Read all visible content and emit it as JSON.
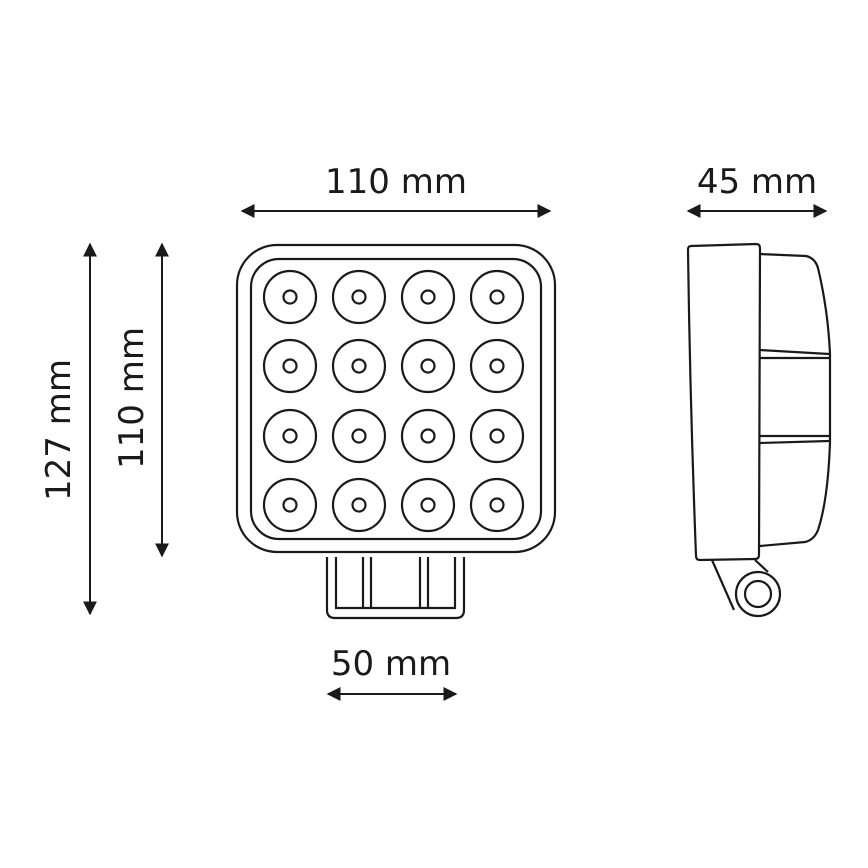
{
  "diagram": {
    "subject": "square LED work light, 16 LEDs",
    "dimensions": {
      "front_width": "110 mm",
      "side_depth": "45 mm",
      "total_height": "127 mm",
      "body_height": "110 mm",
      "bracket_width": "50 mm"
    },
    "led_grid": {
      "rows": 4,
      "cols": 4
    },
    "colors": {
      "stroke": "#1a1a1a",
      "background": "#ffffff"
    }
  }
}
